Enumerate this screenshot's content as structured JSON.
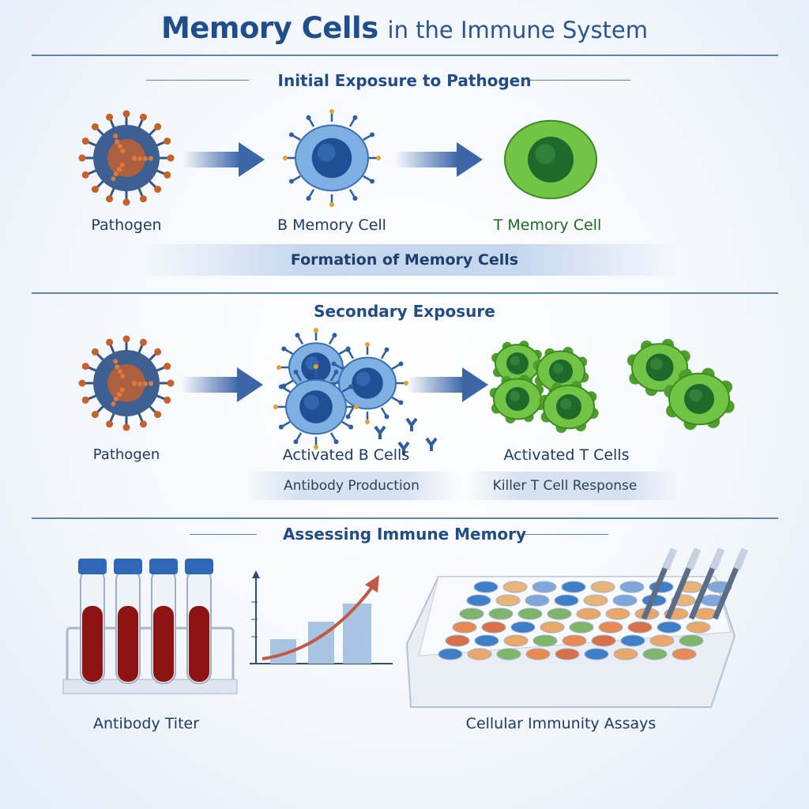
{
  "title": {
    "bold": "Memory Cells",
    "rest": "in the Immune System"
  },
  "sections": {
    "initial": {
      "heading": "Initial Exposure to Pathogen",
      "labels": [
        "Pathogen",
        "B Memory Cell",
        "T Memory Cell"
      ],
      "banner": "Formation of Memory Cells"
    },
    "secondary": {
      "heading": "Secondary Exposure",
      "labels": [
        "Pathogen",
        "Activated B Cells",
        "Activated T Cells"
      ],
      "sublabels": [
        "Antibody Production",
        "Killer T Cell Response"
      ]
    },
    "assessing": {
      "heading": "Assessing Immune Memory",
      "labels": [
        "Antibody Titer",
        "Cellular Immunity Assays"
      ]
    }
  },
  "colors": {
    "title": "#1f4e8c",
    "tcell_label": "#1f6a1f",
    "pathogen": "#c8602a",
    "bcell": "#3f7fc8",
    "tcell": "#5fb83a",
    "blood": "#8e1414"
  }
}
